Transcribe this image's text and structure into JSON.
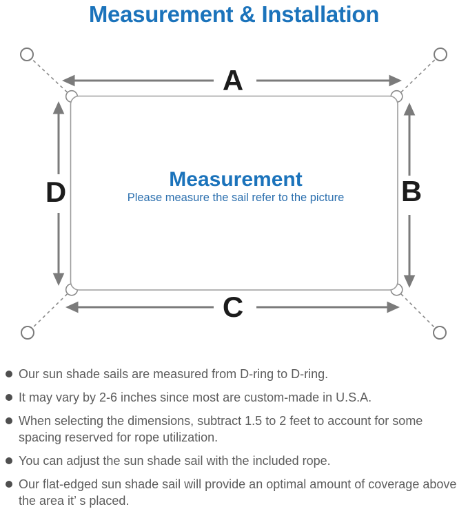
{
  "title": "Measurement & Installation",
  "theme": {
    "accent_blue": "#1b73bb",
    "subtitle_blue": "#2b6fae",
    "line_gray": "#7b7b7b",
    "border_gray": "#9c9c9c",
    "text_gray": "#5c5c5c"
  },
  "diagram": {
    "top_label": "A",
    "right_label": "B",
    "bottom_label": "C",
    "left_label": "D",
    "center_title": "Measurement",
    "center_subtitle": "Please measure the sail refer to the picture"
  },
  "notes": {
    "items": [
      "Our sun shade sails are measured from D-ring to D-ring.",
      "It may vary by 2-6 inches since most are custom-made in U.S.A.",
      "When selecting the dimensions, subtract 1.5 to 2 feet to account for some spacing reserved for rope utilization.",
      "You can adjust the sun shade sail with the included rope.",
      "Our flat-edged sun shade sail will provide an optimal amount of coverage above the area it’ s placed."
    ]
  }
}
